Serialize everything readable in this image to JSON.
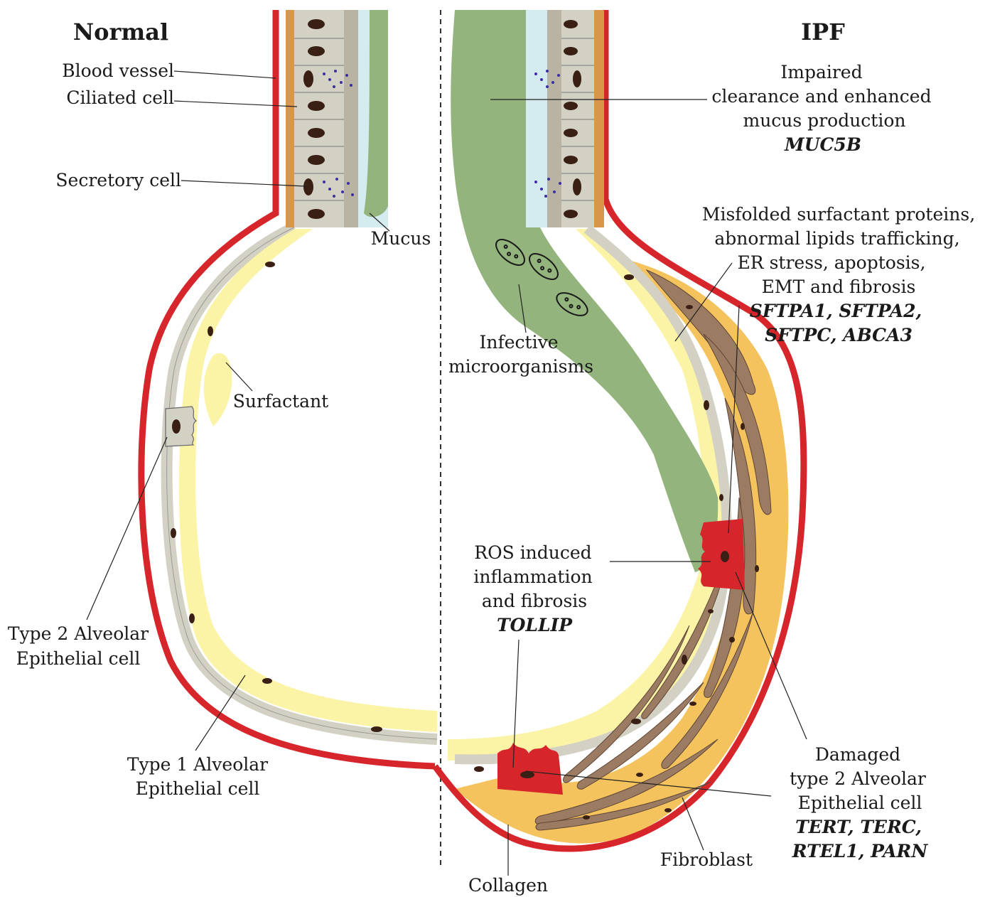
{
  "titles": {
    "normal": "Normal",
    "ipf": "IPF"
  },
  "labels": {
    "blood_vessel": "Blood vessel",
    "ciliated_cell": "Ciliated cell",
    "secretory_cell": "Secretory cell",
    "mucus": "Mucus",
    "surfactant": "Surfactant",
    "type2_line1": "Type 2 Alveolar",
    "type2_line2": "Epithelial cell",
    "type1_line1": "Type 1 Alveolar",
    "type1_line2": "Epithelial cell",
    "impaired_line1": "Impaired",
    "impaired_line2": "clearance and enhanced",
    "impaired_line3": "mucus production",
    "impaired_gene": "MUC5B",
    "misfolded_line1": "Misfolded surfactant proteins,",
    "misfolded_line2": "abnormal lipids trafficking,",
    "misfolded_line3": "ER stress, apoptosis,",
    "misfolded_line4": "EMT and fibrosis",
    "misfolded_genes1": "SFTPA1, SFTPA2,",
    "misfolded_genes2": "SFTPC, ABCA3",
    "infective_line1": "Infective",
    "infective_line2": "microorganisms",
    "ros_line1": "ROS induced",
    "ros_line2": "inflammation",
    "ros_line3": "and fibrosis",
    "ros_gene": "TOLLIP",
    "damaged_line1": "Damaged",
    "damaged_line2": "type 2 Alveolar",
    "damaged_line3": "Epithelial cell",
    "damaged_genes1": "TERT, TERC,",
    "damaged_genes2": "RTEL1, PARN",
    "fibroblast": "Fibroblast",
    "collagen": "Collagen"
  },
  "colors": {
    "blood_vessel": "#d7262b",
    "mucus": "#93b47c",
    "surfactant": "#fbf4a6",
    "collagen": "#f4c35e",
    "epithelium": "#d3d1c3",
    "fibroblast": "#9b7b62",
    "damaged_cell": "#d7262b",
    "nucleus": "#3a1f14",
    "periciliary": "#d4ebef",
    "basement": "#d9954a"
  }
}
